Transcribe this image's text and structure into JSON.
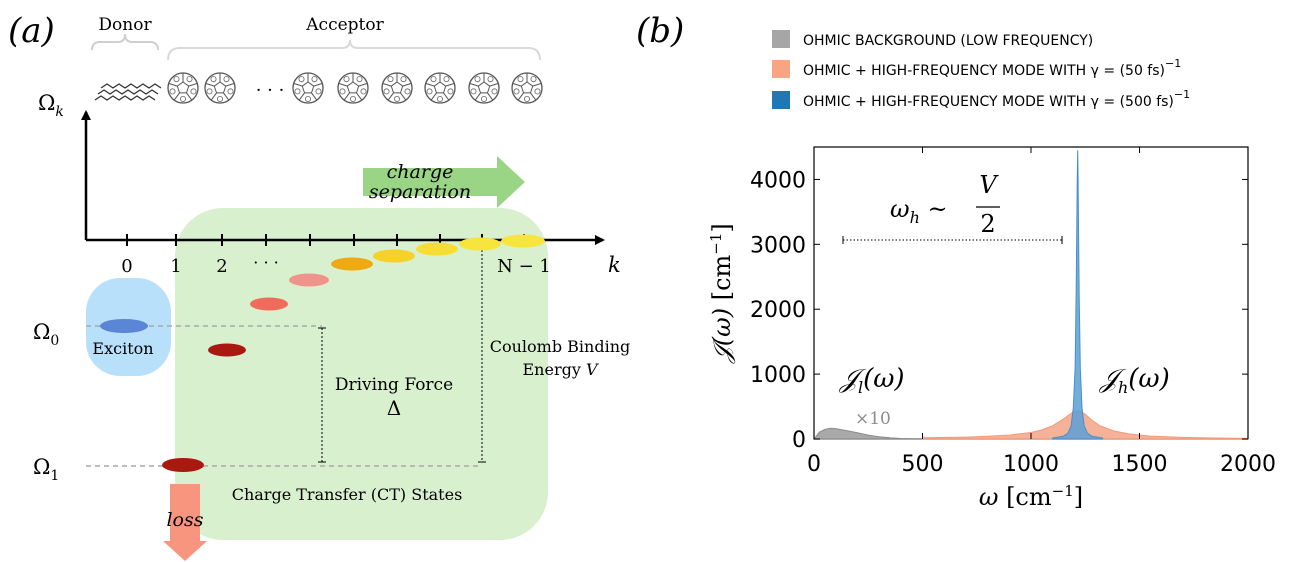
{
  "panel_a": {
    "label": "(a)",
    "donor_label": "Donor",
    "acceptor_label": "Acceptor",
    "acceptor_ellipsis": "· · ·",
    "omega_k": "Ωk",
    "omega_0": "Ω0",
    "omega_1": "Ω1",
    "charge_separation_line1": "charge",
    "charge_separation_line2": "separation",
    "k_label": "k",
    "tick_labels": [
      "0",
      "1",
      "2",
      "· · ·",
      "N − 1"
    ],
    "exciton_label": "Exciton",
    "driving_force_label": "Driving Force",
    "driving_force_symbol": "Δ",
    "coulomb_line1": "Coulomb Binding",
    "coulomb_line2": "Energy V",
    "ct_states_label": "Charge Transfer (CT) States",
    "loss_label": "loss",
    "colors": {
      "exciton_region": "#b9e0fb",
      "ct_region": "#d9f0cf",
      "arrow_green": "#8fd07a",
      "arrow_loss": "#f7957f",
      "exciton_state": "#5b86d6",
      "dark_red_state": "#a8190f",
      "salmon_state": "#ef6b5c",
      "pink_state": "#f0938d",
      "orange_state": "#eea913",
      "yellow_state": "#f5dc2d"
    }
  },
  "panel_b": {
    "label": "(b)",
    "legend": [
      {
        "text": "OHMIC BACKGROUND (LOW FREQUENCY)",
        "color": "#a6a6a6"
      },
      {
        "text": "OHMIC + HIGH-FREQUENCY MODE WITH γ = (50 fs)",
        "sup": "−1",
        "color": "#f7a582"
      },
      {
        "text": "OHMIC + HIGH-FREQUENCY MODE WITH γ = (500 fs)",
        "sup": "−1",
        "color": "#1f78b4"
      }
    ],
    "annotation_omega": "ωh ~ V/2",
    "annotation_Jl": "𝒥l(ω)",
    "annotation_Jh": "𝒥h(ω)",
    "annotation_x10": "×10",
    "ylabel": "𝒥(ω) [cm⁻¹]",
    "xlabel": "ω [cm⁻¹]"
  },
  "chart_data": {
    "type": "area",
    "xlim": [
      0,
      2000
    ],
    "ylim": [
      0,
      4500
    ],
    "xticks": [
      0,
      500,
      1000,
      1500,
      2000
    ],
    "yticks": [
      0,
      1000,
      2000,
      3000,
      4000
    ],
    "xlabel": "ω [cm⁻¹]",
    "ylabel": "𝒥(ω) [cm⁻¹]",
    "grid": false,
    "legend_position": "top",
    "series": [
      {
        "name": "OHMIC BACKGROUND (LOW FREQUENCY)",
        "color": "#8c8c8c",
        "x": [
          0,
          25,
          50,
          75,
          100,
          150,
          200,
          250,
          300,
          350,
          400,
          450,
          500,
          600
        ],
        "y": [
          0,
          105,
          150,
          165,
          160,
          130,
          95,
          60,
          35,
          18,
          8,
          3,
          1,
          0
        ]
      },
      {
        "name": "OHMIC + HIGH-FREQUENCY MODE WITH γ = (50 fs)⁻¹",
        "color": "#f19a7b",
        "x": [
          500,
          700,
          800,
          900,
          1000,
          1050,
          1100,
          1150,
          1180,
          1200,
          1215,
          1230,
          1250,
          1280,
          1320,
          1380,
          1450,
          1550,
          1700,
          1850,
          2000
        ],
        "y": [
          18,
          30,
          42,
          60,
          100,
          140,
          205,
          310,
          385,
          425,
          435,
          425,
          380,
          290,
          200,
          125,
          78,
          45,
          25,
          15,
          10
        ]
      },
      {
        "name": "OHMIC + HIGH-FREQUENCY MODE WITH γ = (500 fs)⁻¹",
        "color": "#4a90c8",
        "x": [
          1100,
          1150,
          1170,
          1185,
          1195,
          1203,
          1208,
          1211,
          1213,
          1215,
          1217,
          1219,
          1222,
          1227,
          1235,
          1245,
          1260,
          1280,
          1330
        ],
        "y": [
          15,
          45,
          90,
          200,
          480,
          1100,
          2200,
          3300,
          4000,
          4450,
          4000,
          3300,
          2200,
          1100,
          480,
          200,
          90,
          45,
          15
        ]
      }
    ]
  }
}
